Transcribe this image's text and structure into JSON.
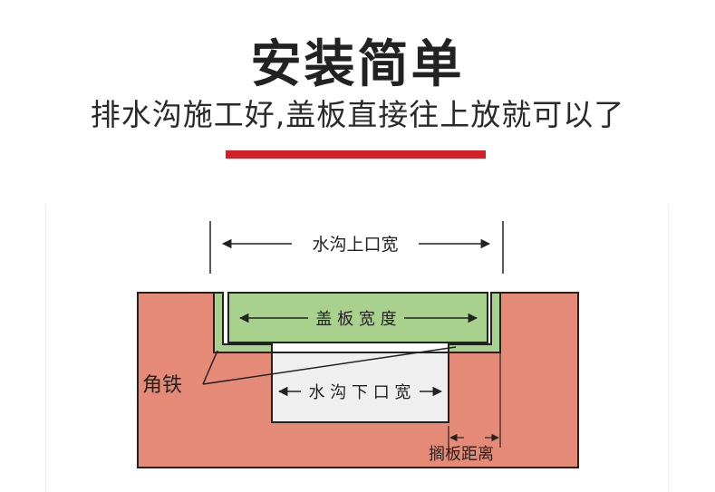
{
  "header": {
    "title": "安装简单",
    "subtitle": "排水沟施工好,盖板直接往上放就可以了"
  },
  "diagram": {
    "labels": {
      "top_width": "水沟上口宽",
      "cover_width": "盖 板 宽 度",
      "bottom_width": "水 沟 下 口 宽",
      "angle_iron": "角铁",
      "gap": "搁板距离"
    },
    "colors": {
      "ground": "#e48a76",
      "cover": "#a9d18e",
      "channel": "#efefef",
      "outline": "#222222",
      "accent_bar": "#d42027"
    }
  }
}
